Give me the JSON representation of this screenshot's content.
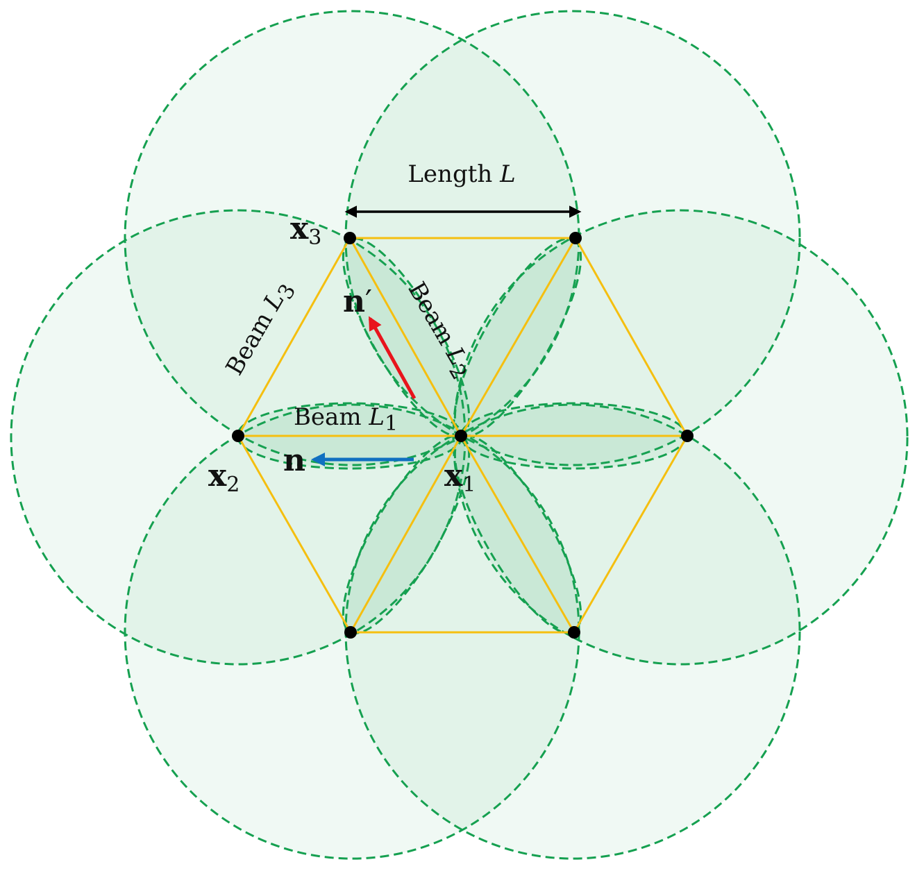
{
  "colors": {
    "circle_fill": "#2fb06a",
    "circle_stroke": "#15a050",
    "beam": "#f5bf10",
    "node": "#000000",
    "arrow_length": "#000000",
    "arrow_n": "#1070c0",
    "arrow_n_prime": "#e8141c"
  },
  "labels": {
    "length": {
      "text": "Length ",
      "var": "L"
    },
    "beam1": {
      "text": "Beam ",
      "var": "L",
      "sub": "1"
    },
    "beam2": {
      "text": "Beam ",
      "var": "L",
      "sub": "2"
    },
    "beam3": {
      "text": "Beam ",
      "var": "L",
      "sub": "3"
    },
    "x1": {
      "var": "x",
      "sub": "1"
    },
    "x2": {
      "var": "x",
      "sub": "2"
    },
    "x3": {
      "var": "x",
      "sub": "3"
    },
    "n": {
      "var": "n"
    },
    "n_prime": {
      "var": "n",
      "prime": "′"
    }
  }
}
